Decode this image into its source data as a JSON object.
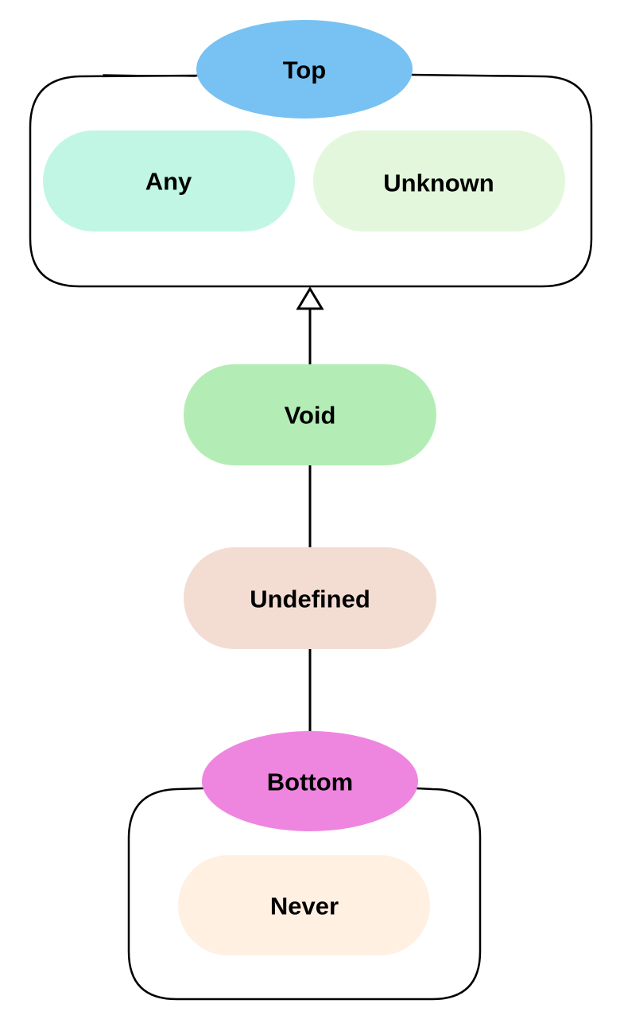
{
  "colors": {
    "top": "#77C2F2",
    "any": "#C1F6E4",
    "unknown": "#E3F7DC",
    "void": "#B3EDB5",
    "undefined": "#F3DDD3",
    "bottom": "#EE86E0",
    "never": "#FFF0E2",
    "stroke": "#000000"
  },
  "diagram": {
    "top_group": {
      "header": "Top",
      "members": [
        "Any",
        "Unknown"
      ]
    },
    "void": "Void",
    "undefined": "Undefined",
    "bottom_group": {
      "header": "Bottom",
      "members": [
        "Never"
      ]
    },
    "edges": [
      {
        "from": "Void",
        "to": "Top",
        "arrow": "hollow-triangle"
      },
      {
        "from": "Undefined",
        "to": "Void",
        "arrow": "none"
      },
      {
        "from": "Bottom",
        "to": "Undefined",
        "arrow": "none"
      }
    ]
  }
}
